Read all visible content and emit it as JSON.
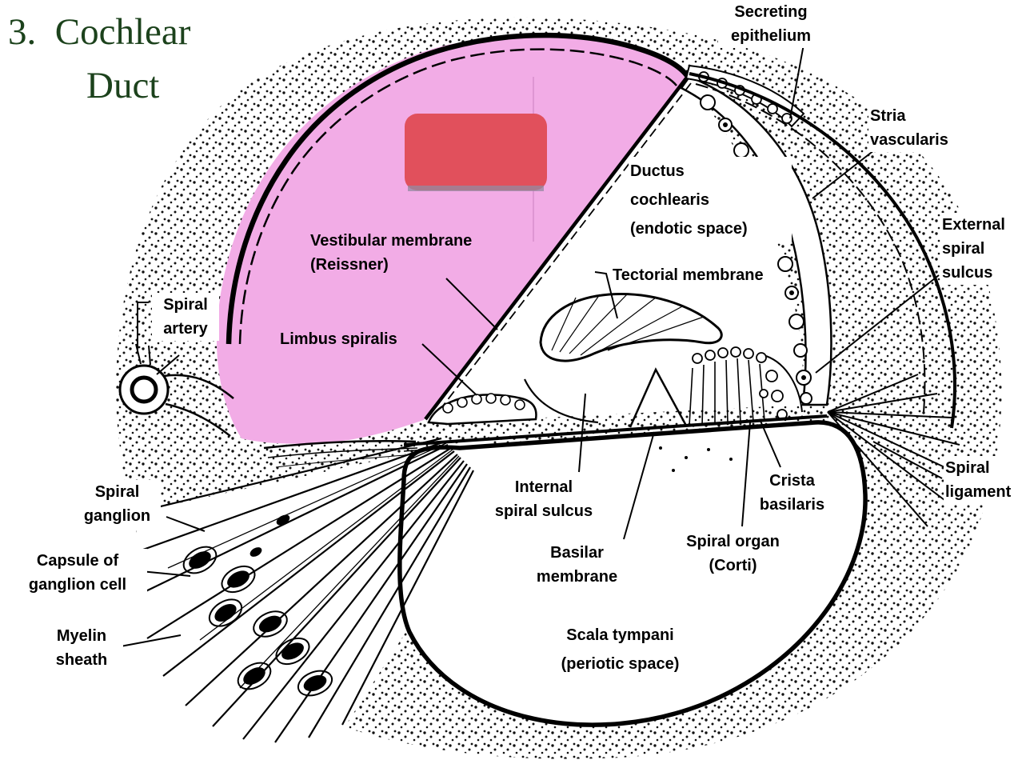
{
  "title": {
    "line1": "3.  Cochlear",
    "line2": "Duct"
  },
  "colors": {
    "title_green": "#1c421c",
    "highlight_pink": "#f09de2",
    "marker_red": "#e1505c",
    "ink": "#000000",
    "paper": "#ffffff"
  },
  "overlays": {
    "pink_highlight_name": "pink-region-highlight",
    "red_marker_name": "red-cover-rectangle"
  },
  "labels": {
    "secreting_epithelium": {
      "text": "Secreting\nepithelium"
    },
    "stria_vascularis": {
      "text": "Stria\nvascularis"
    },
    "external_spiral_sulcus": {
      "text": "External\nspiral\nsulcus"
    },
    "ductus_cochlearis": {
      "text": "Ductus\ncochlearis\n(endotic space)"
    },
    "tectorial_membrane": {
      "text": "Tectorial membrane"
    },
    "vestibular_membrane": {
      "text": "Vestibular membrane\n(Reissner)"
    },
    "limbus_spiralis": {
      "text": "Limbus spiralis"
    },
    "spiral_artery": {
      "text": "Spiral\nartery"
    },
    "spiral_ganglion": {
      "text": "Spiral\nganglion"
    },
    "capsule_of_ganglion_cell": {
      "text": "Capsule of\nganglion cell"
    },
    "myelin_sheath": {
      "text": "Myelin\nsheath"
    },
    "internal_spiral_sulcus": {
      "text": "Internal\nspiral sulcus"
    },
    "basilar_membrane": {
      "text": "Basilar\nmembrane"
    },
    "spiral_organ": {
      "text": "Spiral organ\n(Corti)"
    },
    "crista_basilaris": {
      "text": "Crista\nbasilaris"
    },
    "spiral_ligament": {
      "text": "Spiral\nligament"
    },
    "scala_tympani": {
      "text": "Scala tympani\n(periotic space)"
    }
  }
}
